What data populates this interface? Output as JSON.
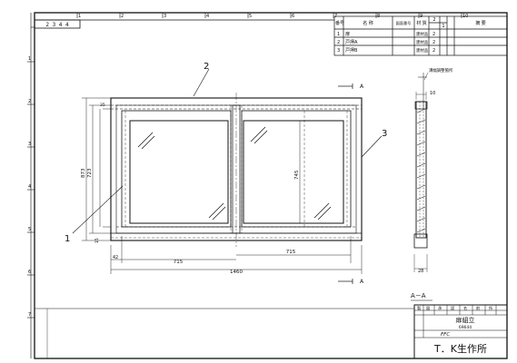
{
  "sheet": {
    "drawing_number": "2 3 4 4",
    "grid_top": [
      "1",
      "2",
      "3",
      "4",
      "5",
      "6",
      "7",
      "8",
      "9",
      "10"
    ],
    "grid_left": [
      "1",
      "2",
      "3",
      "4",
      "5",
      "6",
      "7"
    ]
  },
  "parts_list": {
    "headers": {
      "no": "番号",
      "name": "名 称",
      "drawing": "図面番号",
      "material": "材 質",
      "qty_a": "2",
      "qty_b": "1",
      "remarks": "摘 要"
    },
    "rows": [
      {
        "no": "1",
        "name": "扉",
        "material": "建材品",
        "qty": "2"
      },
      {
        "no": "2",
        "name": "戸押A",
        "material": "建材品",
        "qty": "2"
      },
      {
        "no": "3",
        "name": "戸押B",
        "material": "建材品",
        "qty": "2"
      }
    ]
  },
  "callouts": [
    "1",
    "2",
    "3"
  ],
  "dimensions": {
    "height_overall": "873",
    "height_inner": "723",
    "height_glass": "745",
    "bottom_offset": "15",
    "left_offset": "42",
    "top_offset": "35",
    "width_left": "715",
    "width_right": "715",
    "width_overall": "1460"
  },
  "section": {
    "marker": "A",
    "label": "A－A",
    "note": "溝幅調整箇所",
    "depth_top": "10",
    "depth_bottom": "28"
  },
  "title_block": {
    "row1": [
      "製",
      "図",
      "承",
      "認",
      "名",
      "前",
      "所"
    ],
    "title": "扉組立",
    "subtitle": "69644",
    "material": "FFC",
    "company": "T．K生作所"
  }
}
